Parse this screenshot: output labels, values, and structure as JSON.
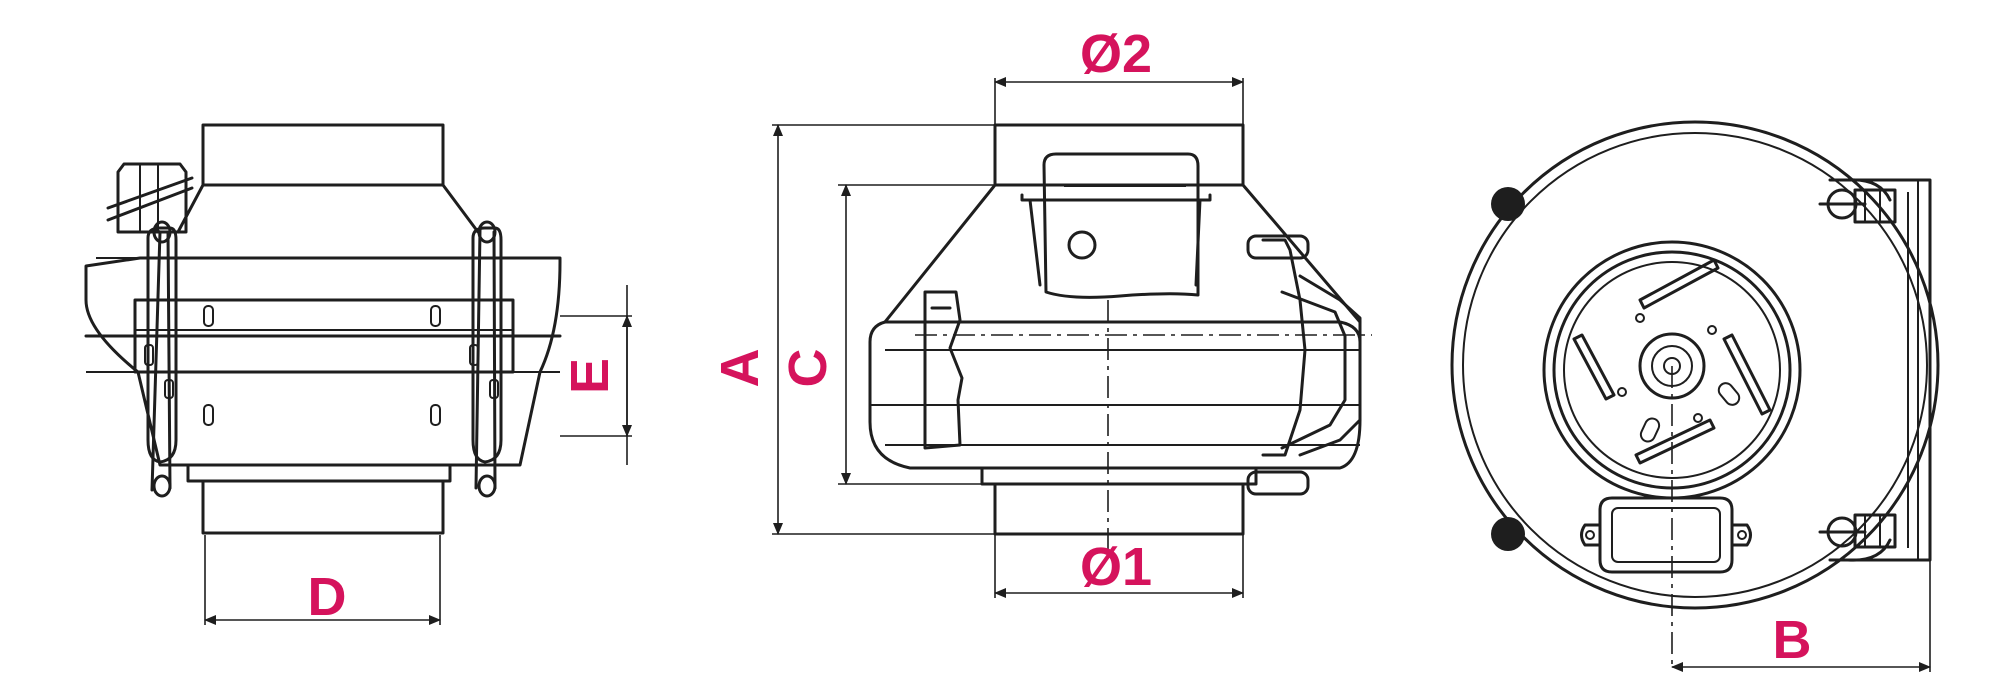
{
  "colors": {
    "line": "#1e1e1e",
    "label": "#d5135c",
    "background": "#ffffff"
  },
  "views": {
    "side": {
      "label_d": "D",
      "label_e": "E"
    },
    "front": {
      "label_phi2": "Ø2",
      "label_phi1": "Ø1",
      "label_a": "A",
      "label_c": "C"
    },
    "end": {
      "label_b": "B"
    }
  }
}
